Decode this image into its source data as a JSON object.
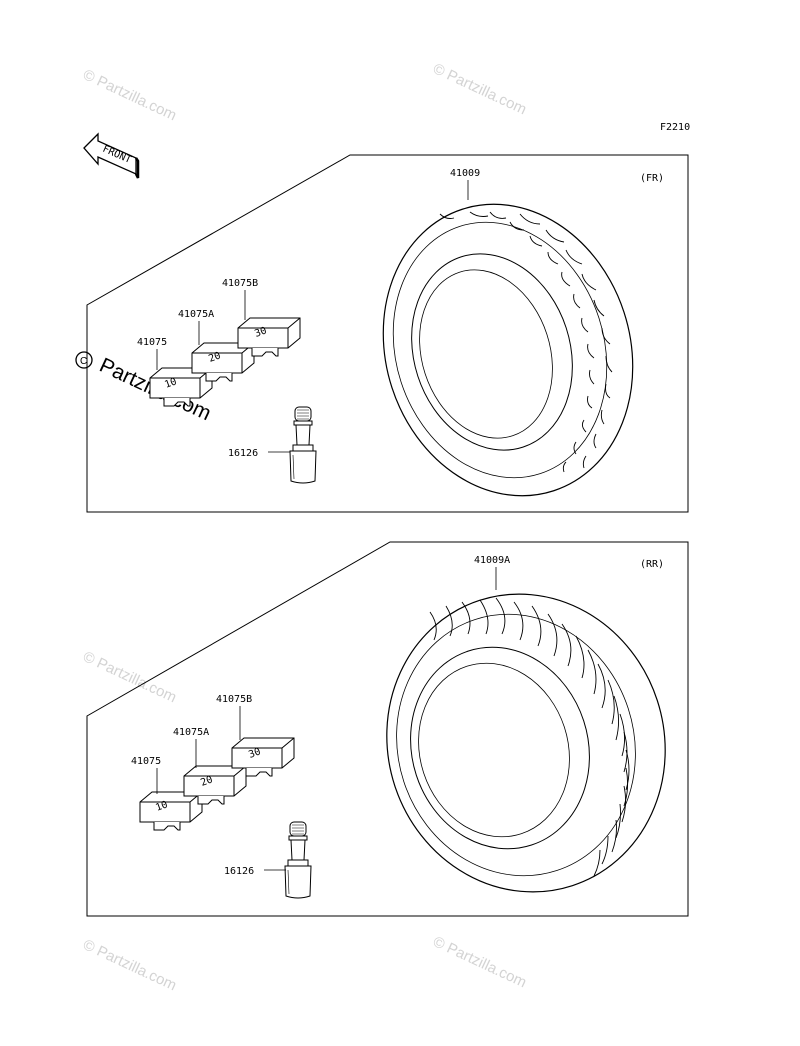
{
  "figure_code": "F2210",
  "front_label": "FRONT",
  "watermark_text": "© Partzilla.com",
  "watermark_main": "Partzilla.com",
  "panels": {
    "front": {
      "position_label": "(FR)",
      "parts": {
        "tire": "41009",
        "weight_10": "41075",
        "weight_20": "41075A",
        "weight_30": "41075B",
        "valve": "16126"
      },
      "weight_marks": {
        "w10": "10",
        "w20": "20",
        "w30": "30"
      }
    },
    "rear": {
      "position_label": "(RR)",
      "parts": {
        "tire": "41009A",
        "weight_10": "41075",
        "weight_20": "41075A",
        "weight_30": "41075B",
        "valve": "16126"
      },
      "weight_marks": {
        "w10": "10",
        "w20": "20",
        "w30": "30"
      }
    }
  },
  "colors": {
    "line": "#000000",
    "watermark": "#c9c9c9"
  }
}
